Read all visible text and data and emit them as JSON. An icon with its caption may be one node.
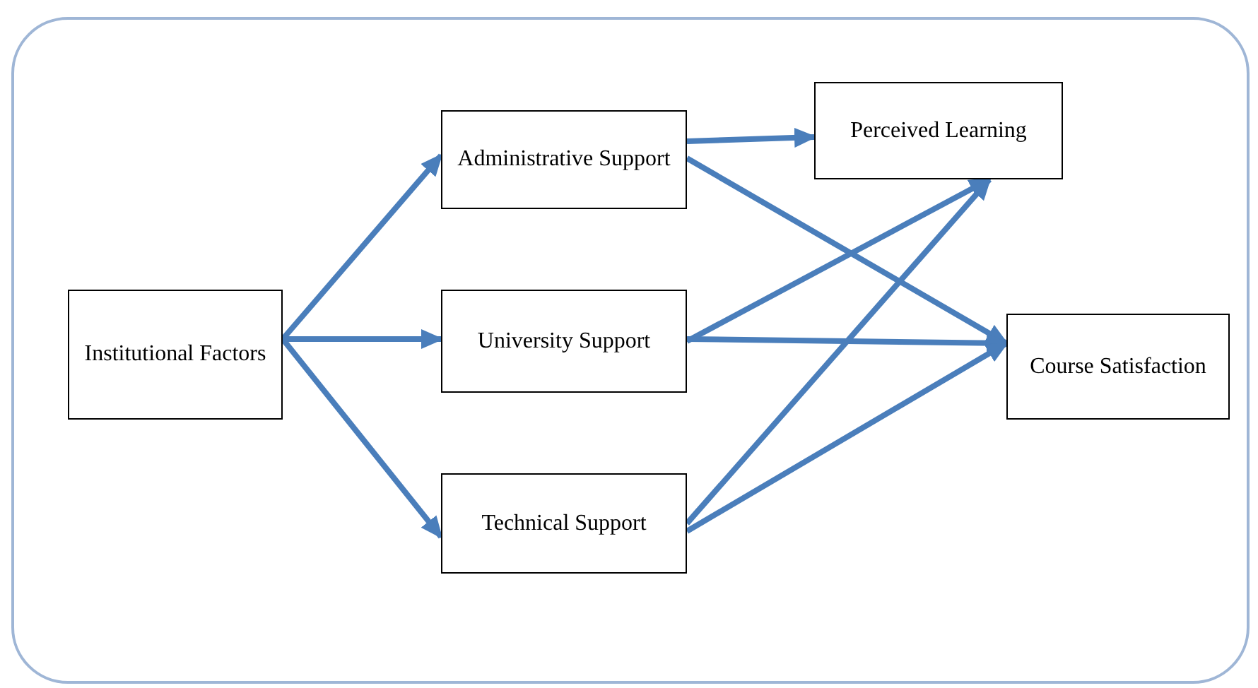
{
  "diagram": {
    "nodes": [
      {
        "text": [
          "Institutional Factors"
        ]
      },
      {
        "text": [
          "Administrative Support"
        ]
      },
      {
        "text": [
          "University Support"
        ]
      },
      {
        "text": [
          "Technical Support"
        ]
      },
      {
        "text": [
          "Perceived Learning"
        ]
      },
      {
        "text": [
          "Course Satisfaction"
        ]
      }
    ],
    "edges": [
      {
        "from": 0,
        "to": 1,
        "arrow": "to"
      },
      {
        "from": 0,
        "to": 2,
        "arrow": "to"
      },
      {
        "from": 0,
        "to": 3,
        "arrow": "to"
      },
      {
        "from": 1,
        "to": 4,
        "arrow": "to"
      },
      {
        "from": 1,
        "to": 5,
        "arrow": "to"
      },
      {
        "from": 2,
        "to": 4,
        "arrow": "to"
      },
      {
        "from": 2,
        "to": 5,
        "arrow": "to"
      },
      {
        "from": 3,
        "to": 4,
        "arrow": "to"
      },
      {
        "from": 3,
        "to": 5,
        "arrow": "to"
      }
    ]
  }
}
